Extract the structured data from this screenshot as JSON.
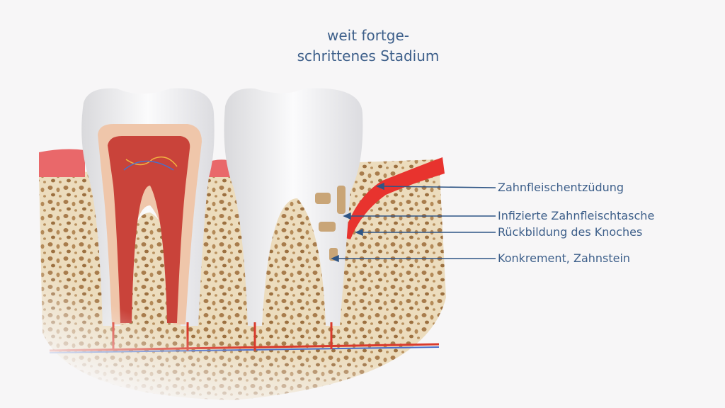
{
  "title": {
    "line1": "weit fortge-",
    "line2": "schrittenes Stadium"
  },
  "labels": [
    "Zahnfleischentzüdung",
    "Infizierte Zahnfleischtasche",
    "Rückbildung des Knoches",
    "Konkrement, Zahnstein"
  ],
  "colors": {
    "text": "#3d5f8a",
    "gum": "#e9686a",
    "inflamed_gum": "#e8332e",
    "bone": "#ead9b8",
    "arrow": "#2f5585"
  }
}
